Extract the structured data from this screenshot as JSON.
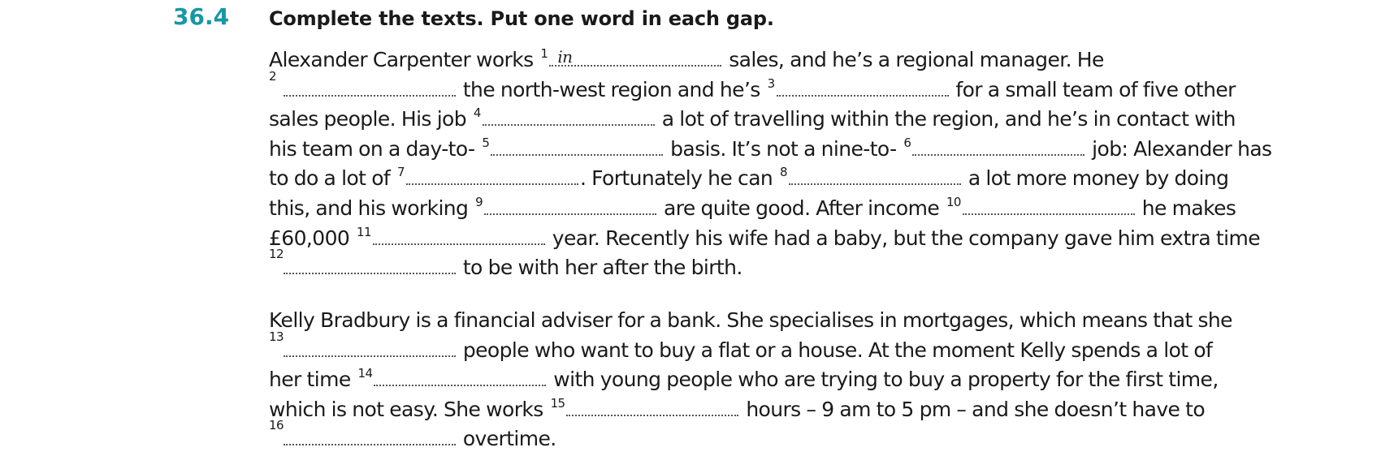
{
  "exercise": {
    "number": "36.4",
    "instruction": "Complete the texts. Put one word in each gap."
  },
  "paragraph1": {
    "l1_a": "Alexander Carpenter works",
    "g1": "1",
    "a1": "in",
    "l1_b": "sales, and he’s a regional manager. He",
    "g2": "2",
    "l2_a": "the north-west region and he’s",
    "g3": "3",
    "l2_b": "for a small team of five other",
    "l3_a": "sales people. His job",
    "g4": "4",
    "l3_b": "a lot of travelling within the region, and he’s in contact with",
    "l4_a": "his team on a day-to-",
    "g5": "5",
    "l4_b": "basis. It’s not a nine-to-",
    "g6": "6",
    "l4_c": "job: Alexander has",
    "l5_a": "to do a lot of",
    "g7": "7",
    "l5_b": ". Fortunately he can",
    "g8": "8",
    "l5_c": "a lot more money by doing",
    "l6_a": "this, and his working",
    "g9": "9",
    "l6_b": "are quite good. After income",
    "g10": "10",
    "l6_c": "he makes",
    "l7_a": "£60,000",
    "g11": "11",
    "l7_b": "year. Recently his wife had a baby, but the company gave him extra time",
    "g12": "12",
    "l8_b": "to be with her after the birth."
  },
  "paragraph2": {
    "l1": "Kelly Bradbury is a financial adviser for a bank. She specialises in mortgages, which means that she",
    "g13": "13",
    "l2_b": "people who want to buy a flat or a house. At the moment Kelly spends a lot of",
    "l3_a": "her time",
    "g14": "14",
    "l3_b": "with young people who are trying to buy a property for the first time,",
    "l4_a": "which is not easy. She works",
    "g15": "15",
    "l4_b": "hours – 9 am to 5 pm – and she doesn’t have to",
    "g16": "16",
    "l5_b": "overtime."
  }
}
